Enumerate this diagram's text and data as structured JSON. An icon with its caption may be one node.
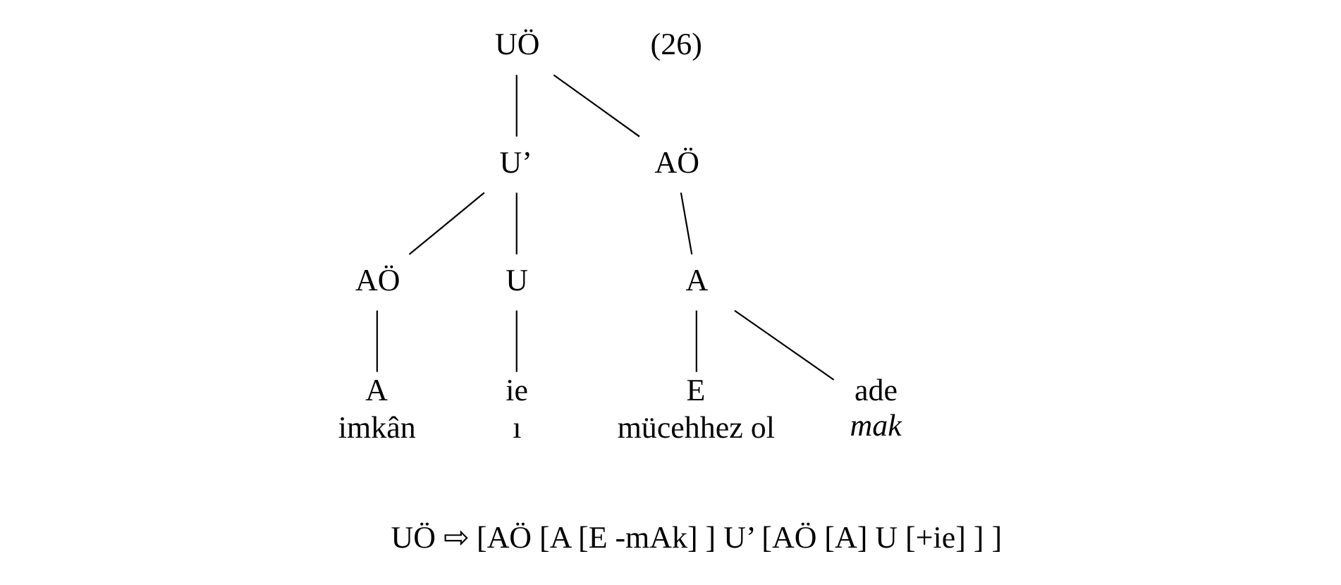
{
  "diagram": {
    "nodes": [
      {
        "text": [
          "UÖ"
        ]
      },
      {
        "text": [
          "U’"
        ]
      },
      {
        "text": [
          "AÖ"
        ]
      },
      {
        "text": [
          "AÖ"
        ]
      },
      {
        "text": [
          "U"
        ]
      },
      {
        "text": [
          "A"
        ]
      },
      {
        "text": [
          "E"
        ],
        "beside": [
          "mücehhez ol"
        ]
      },
      {
        "text": [
          "ade"
        ],
        "beside": [
          "mak"
        ]
      },
      {
        "text": [
          "A"
        ],
        "beside": [
          "imkân"
        ]
      },
      {
        "text": [
          "ie"
        ],
        "beside": [
          "ı"
        ]
      }
    ],
    "edges": [
      {
        "from": 0,
        "to": 2,
        "arrow": "none"
      },
      {
        "from": 0,
        "to": 1,
        "arrow": "none"
      },
      {
        "from": 1,
        "to": 3,
        "arrow": "none"
      },
      {
        "from": 1,
        "to": 4,
        "arrow": "none"
      },
      {
        "from": 2,
        "to": 5,
        "arrow": "none"
      },
      {
        "from": 5,
        "to": 6,
        "arrow": "none"
      },
      {
        "from": 5,
        "to": 7,
        "arrow": "none"
      },
      {
        "from": 3,
        "to": 8,
        "arrow": "none"
      },
      {
        "from": 4,
        "to": 9,
        "arrow": "none"
      }
    ],
    "labels": [
      "(26)",
      "UÖ ⇨ [AÖ [A [E -mAk] ] U’ [AÖ [A] U [+ie] ] ]"
    ]
  }
}
